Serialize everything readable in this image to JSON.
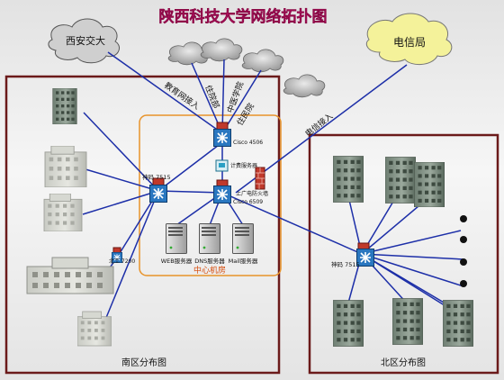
{
  "title": "陕西科技大学网络拓扑图",
  "clouds": {
    "xian": "西安交大",
    "telecom": "电信局"
  },
  "links": {
    "edu": "教育网接入",
    "res1": "住院部",
    "res2": "中医学院",
    "res3": "住民院",
    "telecom": "电信接入"
  },
  "devices": {
    "core_upper": "Cisco 4506",
    "core_lower": "Cisco 6509",
    "switch_south": "神码 7515",
    "switch_north": "神码 7515",
    "small_switch": "北工 7200",
    "billing": "计费服务器",
    "firewall": "上广电防火墙"
  },
  "servers": [
    "WEB服务器",
    "DNS服务器",
    "Mail服务器"
  ],
  "center_label": "中心机房",
  "south_label": "南区分布图",
  "north_label": "北区分布图",
  "colors": {
    "title": "#e0157a",
    "region_border": "#6b1a1a",
    "center_border": "#e8932a",
    "center_label": "#d64b0a",
    "line": "#1d2fa8",
    "cloud_xian": "#cfcfcf",
    "cloud_telecom": "#f4f29a",
    "switch": "#2a77c0"
  }
}
